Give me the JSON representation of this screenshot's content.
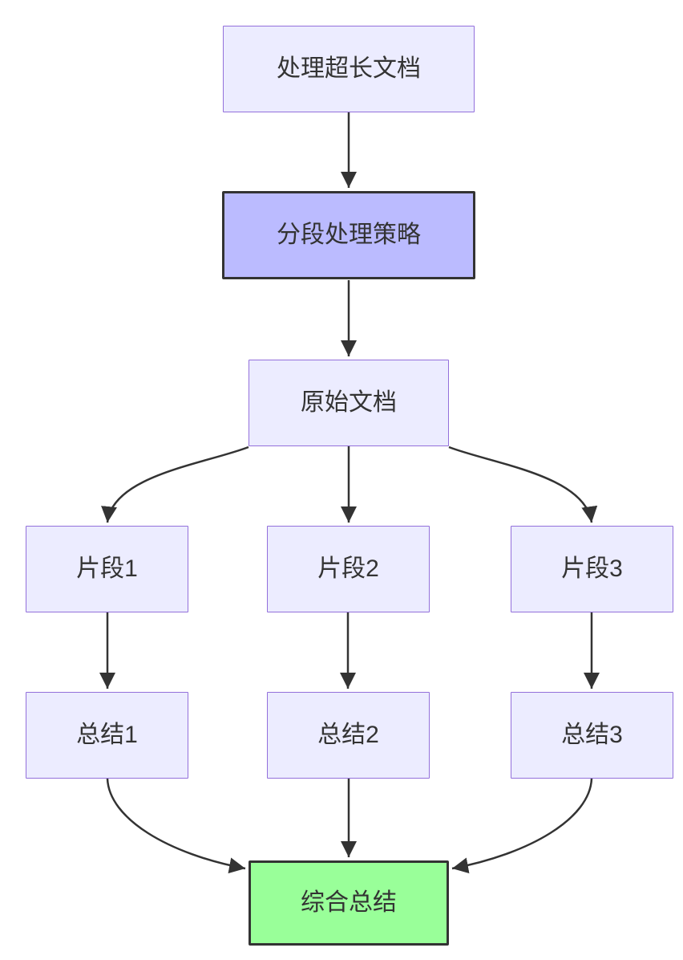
{
  "diagram": {
    "type": "flowchart",
    "direction": "top-down",
    "nodes": {
      "process_long_document": {
        "label": "处理超长文档",
        "style": "default"
      },
      "segmentation_strategy": {
        "label": "分段处理策略",
        "style": "emphasis"
      },
      "original_document": {
        "label": "原始文档",
        "style": "default"
      },
      "fragment_1": {
        "label": "片段1",
        "style": "default"
      },
      "fragment_2": {
        "label": "片段2",
        "style": "default"
      },
      "fragment_3": {
        "label": "片段3",
        "style": "default"
      },
      "summary_1": {
        "label": "总结1",
        "style": "default"
      },
      "summary_2": {
        "label": "总结2",
        "style": "default"
      },
      "summary_3": {
        "label": "总结3",
        "style": "default"
      },
      "final_summary": {
        "label": "综合总结",
        "style": "success"
      }
    },
    "edges": [
      {
        "from": "process_long_document",
        "to": "segmentation_strategy"
      },
      {
        "from": "segmentation_strategy",
        "to": "original_document"
      },
      {
        "from": "original_document",
        "to": "fragment_1"
      },
      {
        "from": "original_document",
        "to": "fragment_2"
      },
      {
        "from": "original_document",
        "to": "fragment_3"
      },
      {
        "from": "fragment_1",
        "to": "summary_1"
      },
      {
        "from": "fragment_2",
        "to": "summary_2"
      },
      {
        "from": "fragment_3",
        "to": "summary_3"
      },
      {
        "from": "summary_1",
        "to": "final_summary"
      },
      {
        "from": "summary_2",
        "to": "final_summary"
      },
      {
        "from": "summary_3",
        "to": "final_summary"
      }
    ],
    "colors": {
      "node_fill": "#ECECFF",
      "node_border": "#9370DB",
      "emphasis_fill": "#BBBBFF",
      "emphasis_border": "#333333",
      "success_fill": "#99FF99",
      "success_border": "#333333",
      "edge": "#333333",
      "text": "#333333",
      "background": "#FFFFFF"
    }
  }
}
